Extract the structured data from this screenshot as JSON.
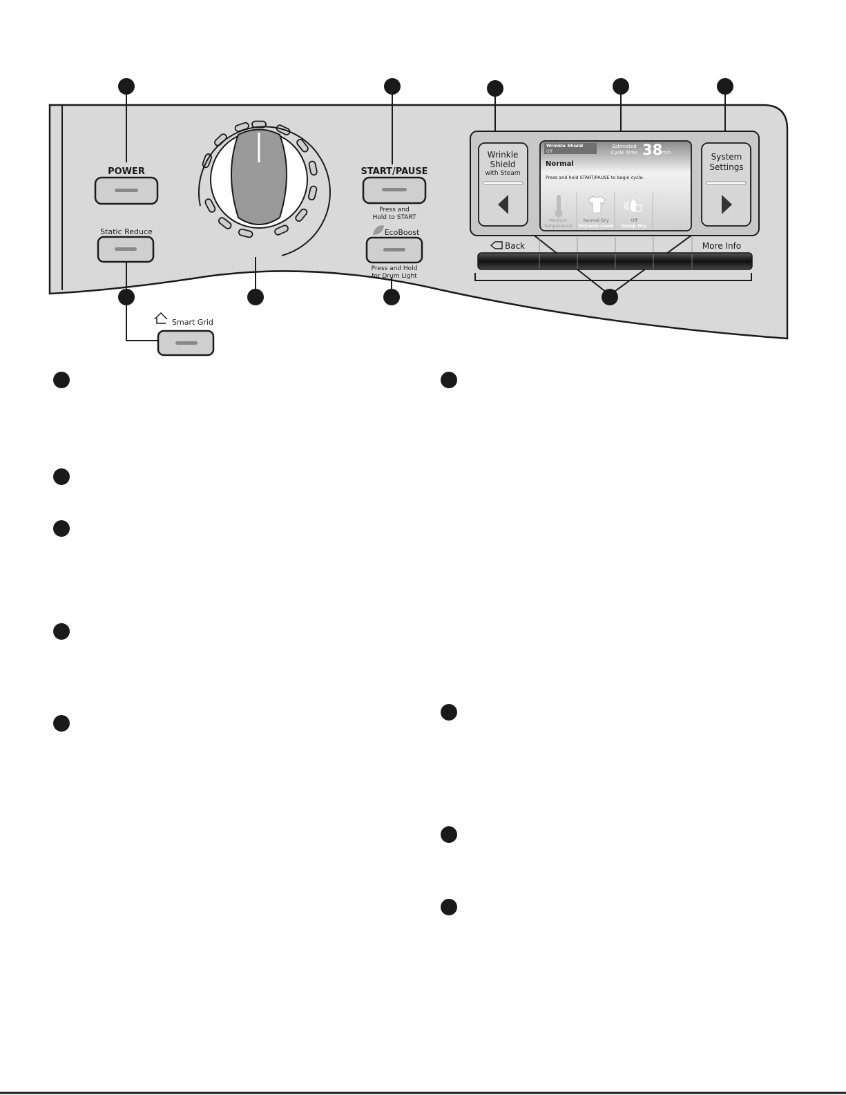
{
  "panel": {
    "power_label": "POWER",
    "start_pause_label": "START/PAUSE",
    "start_pause_sub1": "Press and",
    "start_pause_sub2": "Hold to START",
    "static_reduce_label": "Static Reduce",
    "ecoboost_label": "EcoBoost",
    "ecoboost_sub1": "Press and Hold",
    "ecoboost_sub2": "for Drum Light",
    "smart_grid_label": "Smart Grid",
    "wrinkle_line1": "Wrinkle",
    "wrinkle_line2": "Shield",
    "wrinkle_line3": "with Steam",
    "system_line1": "System",
    "system_line2": "Settings",
    "back_label": "Back",
    "more_info_label": "More Info"
  },
  "screen": {
    "wrinkle_shield_label": "Wrinkle Shield",
    "wrinkle_shield_value": "Off",
    "est_line1": "Estimated",
    "est_line2": "Cycle Time",
    "minutes": "38",
    "minutes_unit": "min",
    "cycle_name": "Normal",
    "instruction": "Press and hold START/PAUSE to begin cycle.",
    "temp_line1": "Medium",
    "temp_line2": "Temperature",
    "dry_line1": "Normal Dry",
    "dry_line2": "Dryness Level",
    "damp_line1": "Off",
    "damp_line2": "Damp Dry"
  },
  "colors": {
    "panel_fill": "#d9d9d9",
    "callout_dot": "#1a1a1a",
    "screen_fill": "#e6e6e6"
  }
}
